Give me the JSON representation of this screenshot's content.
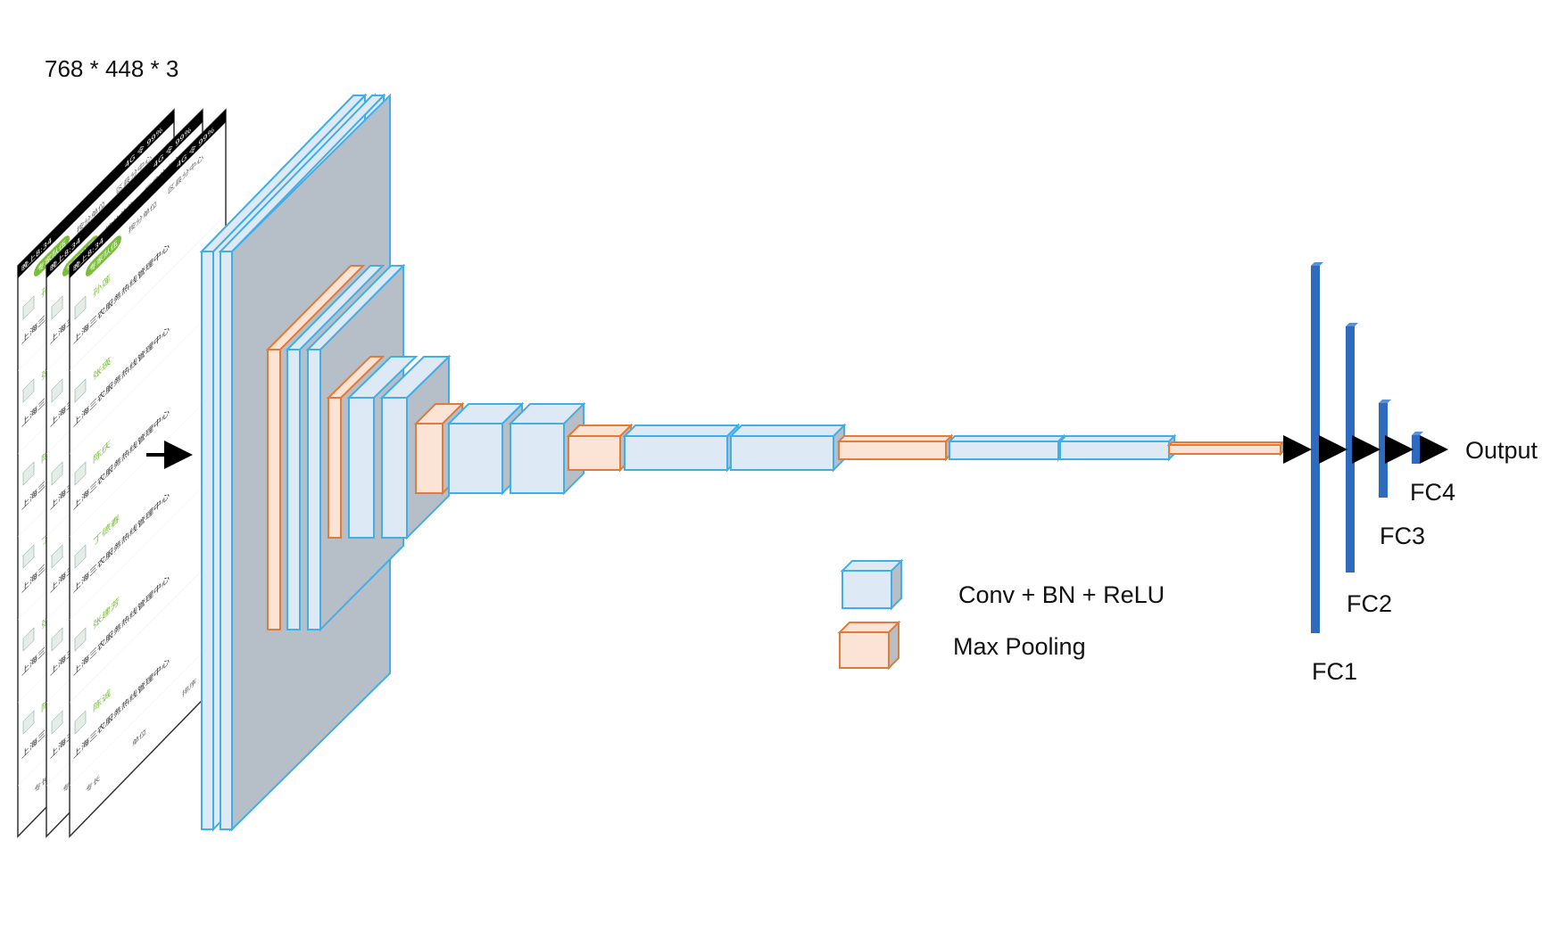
{
  "input_size": "768 * 448 * 3",
  "legend": {
    "conv_label": "Conv + BN + ReLU",
    "pool_label": "Max Pooling"
  },
  "fc_labels": [
    "FC1",
    "FC2",
    "FC3",
    "FC4"
  ],
  "output_label": "Output",
  "colors": {
    "conv_fill": "#dde9f5",
    "conv_stroke": "#42aee8",
    "pool_fill": "#fbe3d5",
    "pool_stroke": "#e07b3a",
    "depth_fill": "#b6bec8",
    "fc_fill": "#2e6bbf",
    "shot_green": "#7bbd3c"
  },
  "input_screenshot": {
    "time": "晚上8:34",
    "status": "4G 令 99%",
    "tabs": [
      "专家队伍",
      "按分单位",
      "区县分中心"
    ],
    "names": [
      "孙莲",
      "张瑛",
      "陈庆",
      "丁德春",
      "张建芳",
      "陈诚"
    ],
    "org": "上海三农服务热线管理中心",
    "footer": [
      "专长",
      "单位",
      "排序"
    ]
  }
}
